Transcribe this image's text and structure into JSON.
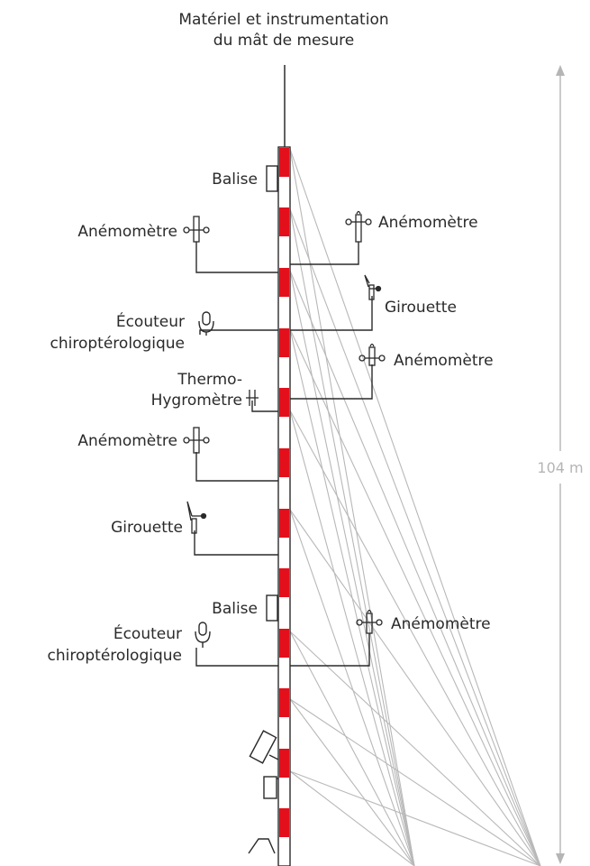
{
  "title": {
    "line1": "Matériel et instrumentation",
    "line2": "du mât de mesure"
  },
  "height_label": "104 m",
  "labels": {
    "balise_top": "Balise",
    "anemometre_left_1": "Anémomètre",
    "anemometre_right_1": "Anémomètre",
    "girouette_right": "Girouette",
    "ecouteur_1_line1": "Écouteur",
    "ecouteur_1_line2": "chiroptérologique",
    "anemometre_right_2": "Anémomètre",
    "thermo_line1": "Thermo-",
    "thermo_line2": "Hygromètre",
    "anemometre_left_2": "Anémomètre",
    "girouette_left": "Girouette",
    "balise_bottom": "Balise",
    "ecouteur_2_line1": "Écouteur",
    "ecouteur_2_line2": "chiroptérologique",
    "anemometre_right_3": "Anémomètre"
  },
  "colors": {
    "mast_red": "#e3101c",
    "guy_wire": "#b8b8b8",
    "line": "#2a2a2a",
    "dimension": "#b5b5b5"
  },
  "icons": [
    "anemometer-icon",
    "wind-vane-icon",
    "microphone-icon",
    "beacon-icon",
    "thermo-hygrometer-icon",
    "solar-panel-icon",
    "logger-box-icon"
  ]
}
